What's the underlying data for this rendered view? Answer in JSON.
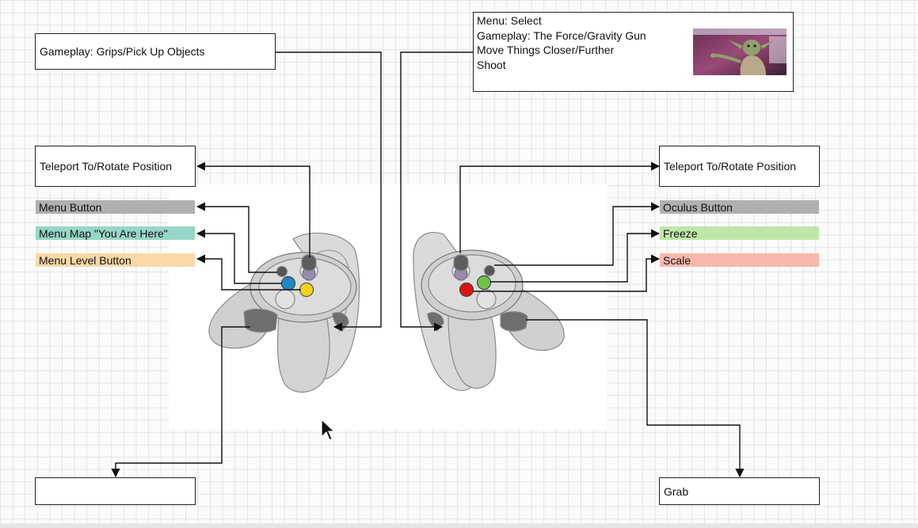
{
  "labels": {
    "grips": "Gameplay: Grips/Pick Up Objects",
    "right_trigger": [
      "Menu: Select",
      "Gameplay: The Force/Gravity Gun",
      "Move Things Closer/Further",
      "Shoot"
    ],
    "left_teleport": "Teleport To/Rotate Position",
    "right_teleport": "Teleport To/Rotate Position",
    "menu_button": "Menu Button",
    "menu_map": "Menu Map \"You Are Here\"",
    "menu_level": "Menu Level Button",
    "oculus_button": "Oculus Button",
    "freeze": "Freeze",
    "scale": "Scale",
    "left_bottom": "",
    "grab": "Grab"
  },
  "colors": {
    "menu_button": "#b0b0b0",
    "menu_map": "#97d6c8",
    "menu_level": "#fad8a8",
    "oculus_button": "#b0b0b0",
    "freeze": "#bfe8a8",
    "scale": "#f9b8ae",
    "button_x_blue": "#1f86c8",
    "button_y_yellow": "#f3d21a",
    "button_b_green": "#6ec34a",
    "button_a_red": "#dd1414"
  },
  "icons": {
    "photo": "yoda-photo",
    "pointer": "mouse-cursor-icon"
  }
}
